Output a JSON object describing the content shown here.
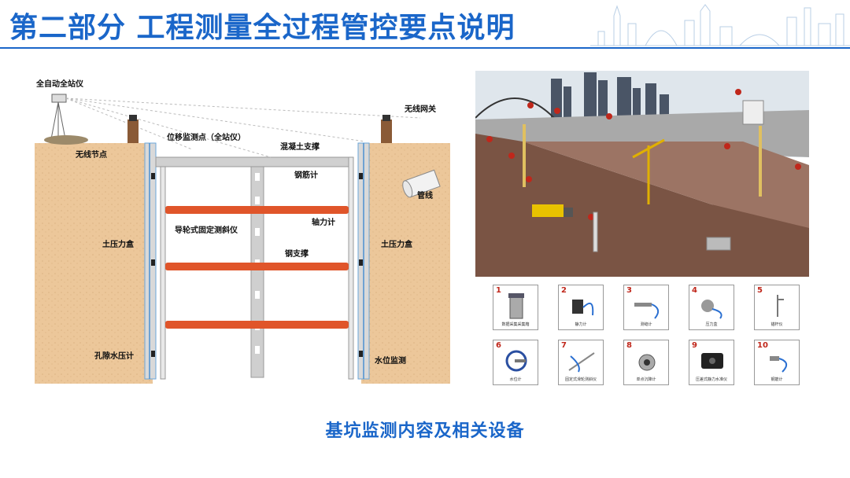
{
  "title": "第二部分 工程测量全过程管控要点说明",
  "diagram": {
    "labels": {
      "total_station": "全自动全站仪",
      "wireless_gateway": "无线网关",
      "wireless_node": "无线节点",
      "displacement_point": "位移监测点（全站仪）",
      "concrete_brace": "混凝土支撑",
      "rebar_meter": "钢筋计",
      "pipeline": "管线",
      "axial_force_meter": "轴力计",
      "inclinometer": "导轮式固定测斜仪",
      "steel_brace": "钢支撑",
      "earth_pressure_left": "土压力盒",
      "earth_pressure_right": "土压力盒",
      "pore_water": "孔隙水压计",
      "water_level": "水位监测"
    }
  },
  "devices": [
    {
      "num": "1",
      "caption": "数据采集采集箱"
    },
    {
      "num": "2",
      "caption": "静力计"
    },
    {
      "num": "3",
      "caption": "测缝计"
    },
    {
      "num": "4",
      "caption": "压力盒"
    },
    {
      "num": "5",
      "caption": "锚杆仪"
    },
    {
      "num": "6",
      "caption": "水位计"
    },
    {
      "num": "7",
      "caption": "固定式滑轮测斜仪"
    },
    {
      "num": "8",
      "caption": "单点沉降计"
    },
    {
      "num": "9",
      "caption": "压差式静力水准仪"
    },
    {
      "num": "10",
      "caption": "钢筋计"
    }
  ],
  "caption": "基坑监测内容及相关设备",
  "colors": {
    "accent": "#1a66c9",
    "soil": "#ecc79a",
    "brace": "#e0552a",
    "marker": "#c0271b"
  }
}
